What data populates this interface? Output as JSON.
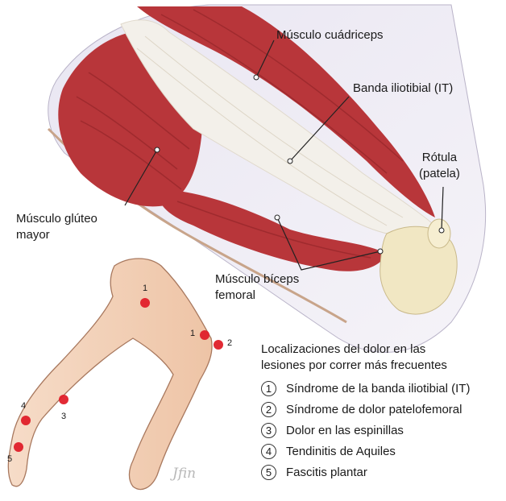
{
  "labels": {
    "quadriceps": "Músculo cuádriceps",
    "it_band": "Banda iliotibial (IT)",
    "patella": "Rótula\n(patela)",
    "gluteus": "Músculo glúteo\nmayor",
    "biceps": "Músculo bíceps\nfemoral",
    "signature": "Jfin"
  },
  "leg_markers": [
    {
      "number": "1"
    },
    {
      "number": "1"
    },
    {
      "number": "2"
    },
    {
      "number": "3"
    },
    {
      "number": "4"
    },
    {
      "number": "5"
    }
  ],
  "legend": {
    "title": "Localizaciones del dolor en las\nlesiones por correr más frecuentes",
    "items": [
      {
        "number": "1",
        "text": "Síndrome de la banda iliotibial (IT)"
      },
      {
        "number": "2",
        "text": "Síndrome de dolor patelofemoral"
      },
      {
        "number": "3",
        "text": "Dolor en las espinillas"
      },
      {
        "number": "4",
        "text": "Tendinitis de Aquiles"
      },
      {
        "number": "5",
        "text": "Fascitis plantar"
      }
    ]
  },
  "colors": {
    "muscle": "#b8363a",
    "muscle_dark": "#8e2327",
    "tendon": "#f3f0ea",
    "skin": "#f2d0b8",
    "skin_outline": "#a8785e",
    "bone": "#f1e7c3",
    "marker": "#e01f2a"
  }
}
